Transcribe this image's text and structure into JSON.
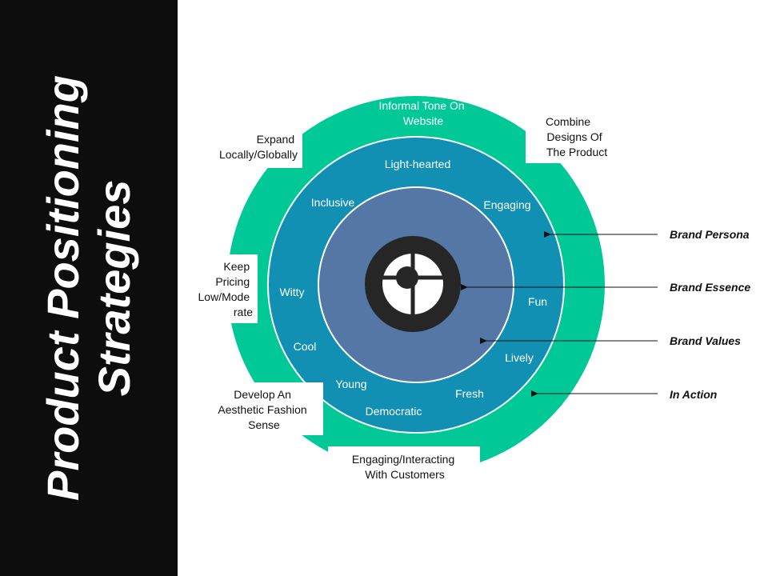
{
  "title": {
    "line1": "Product Positioning",
    "line2": "Strategies"
  },
  "colors": {
    "panel": "#0d0d0d",
    "outer_ring": "#00c896",
    "middle_ring": "#1190b3",
    "inner_ring": "#5577a6",
    "core": "#262626",
    "box": "#ffffff"
  },
  "outer_ring": {
    "top": [
      "Informal Tone On",
      "Website"
    ]
  },
  "middle_ring": {
    "labels": [
      "Light-hearted",
      "Engaging",
      "Fun",
      "Lively",
      "Fresh",
      "Democratic",
      "Young",
      "Cool",
      "Witty",
      "Inclusive"
    ]
  },
  "boxes": {
    "top_left": [
      "Expand",
      "Locally/Globally"
    ],
    "top_right": [
      "Combine",
      "Designs Of",
      "The Product"
    ],
    "mid_left": [
      "Keep",
      "Pricing",
      "Low/Mode",
      "rate"
    ],
    "bottom_left": [
      "Develop An",
      "Aesthetic Fashion",
      "Sense"
    ],
    "bottom": [
      "Engaging/Interacting",
      "With Customers"
    ]
  },
  "legend": {
    "items": [
      "Brand Persona",
      "Brand Essence",
      "Brand Values",
      "In Action"
    ]
  },
  "icons": {
    "core": "quarter-circle-icon"
  }
}
